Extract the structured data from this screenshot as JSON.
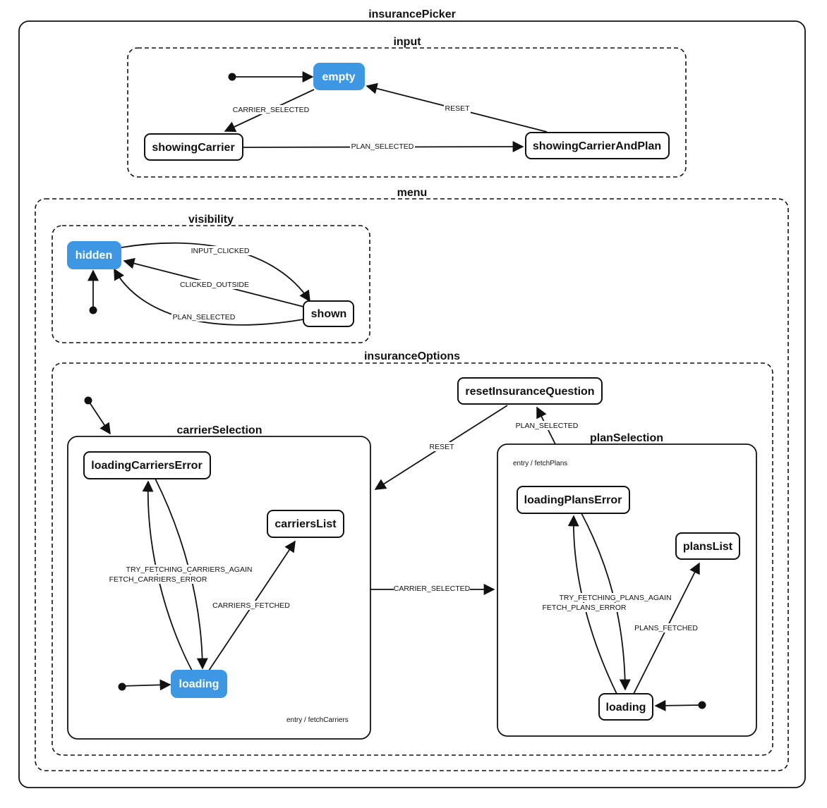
{
  "containers": {
    "insurancePicker": "insurancePicker",
    "input": "input",
    "menu": "menu",
    "visibility": "visibility",
    "insuranceOptions": "insuranceOptions",
    "carrierSelection": "carrierSelection",
    "planSelection": "planSelection"
  },
  "states": {
    "empty": {
      "label": "empty",
      "active": true
    },
    "showingCarrier": {
      "label": "showingCarrier",
      "active": false
    },
    "showingCarrierAndPlan": {
      "label": "showingCarrierAndPlan",
      "active": false
    },
    "hidden": {
      "label": "hidden",
      "active": true
    },
    "shown": {
      "label": "shown",
      "active": false
    },
    "resetInsuranceQuestion": {
      "label": "resetInsuranceQuestion",
      "active": false
    },
    "loadingCarriersError": {
      "label": "loadingCarriersError",
      "active": false
    },
    "carriersList": {
      "label": "carriersList",
      "active": false
    },
    "carrierLoading": {
      "label": "loading",
      "active": true
    },
    "loadingPlansError": {
      "label": "loadingPlansError",
      "active": false
    },
    "plansList": {
      "label": "plansList",
      "active": false
    },
    "planLoading": {
      "label": "loading",
      "active": false
    }
  },
  "transitions": {
    "carrier_selected_input": "CARRIER_SELECTED",
    "reset_input": "RESET",
    "plan_selected_input": "PLAN_SELECTED",
    "input_clicked": "INPUT_CLICKED",
    "clicked_outside": "CLICKED_OUTSIDE",
    "plan_selected_visibility": "PLAN_SELECTED",
    "reset_options": "RESET",
    "plan_selected_options": "PLAN_SELECTED",
    "carrier_selected_options": "CARRIER_SELECTED",
    "try_fetching_carriers_again": "TRY_FETCHING_CARRIERS_AGAIN",
    "fetch_carriers_error": "FETCH_CARRIERS_ERROR",
    "carriers_fetched": "CARRIERS_FETCHED",
    "try_fetching_plans_again": "TRY_FETCHING_PLANS_AGAIN",
    "fetch_plans_error": "FETCH_PLANS_ERROR",
    "plans_fetched": "PLANS_FETCHED"
  },
  "notes": {
    "fetch_plans": "entry / fetchPlans",
    "fetch_carriers": "entry / fetchCarriers"
  },
  "colors": {
    "active_fill": "#3d97e3",
    "stroke": "#111111"
  }
}
